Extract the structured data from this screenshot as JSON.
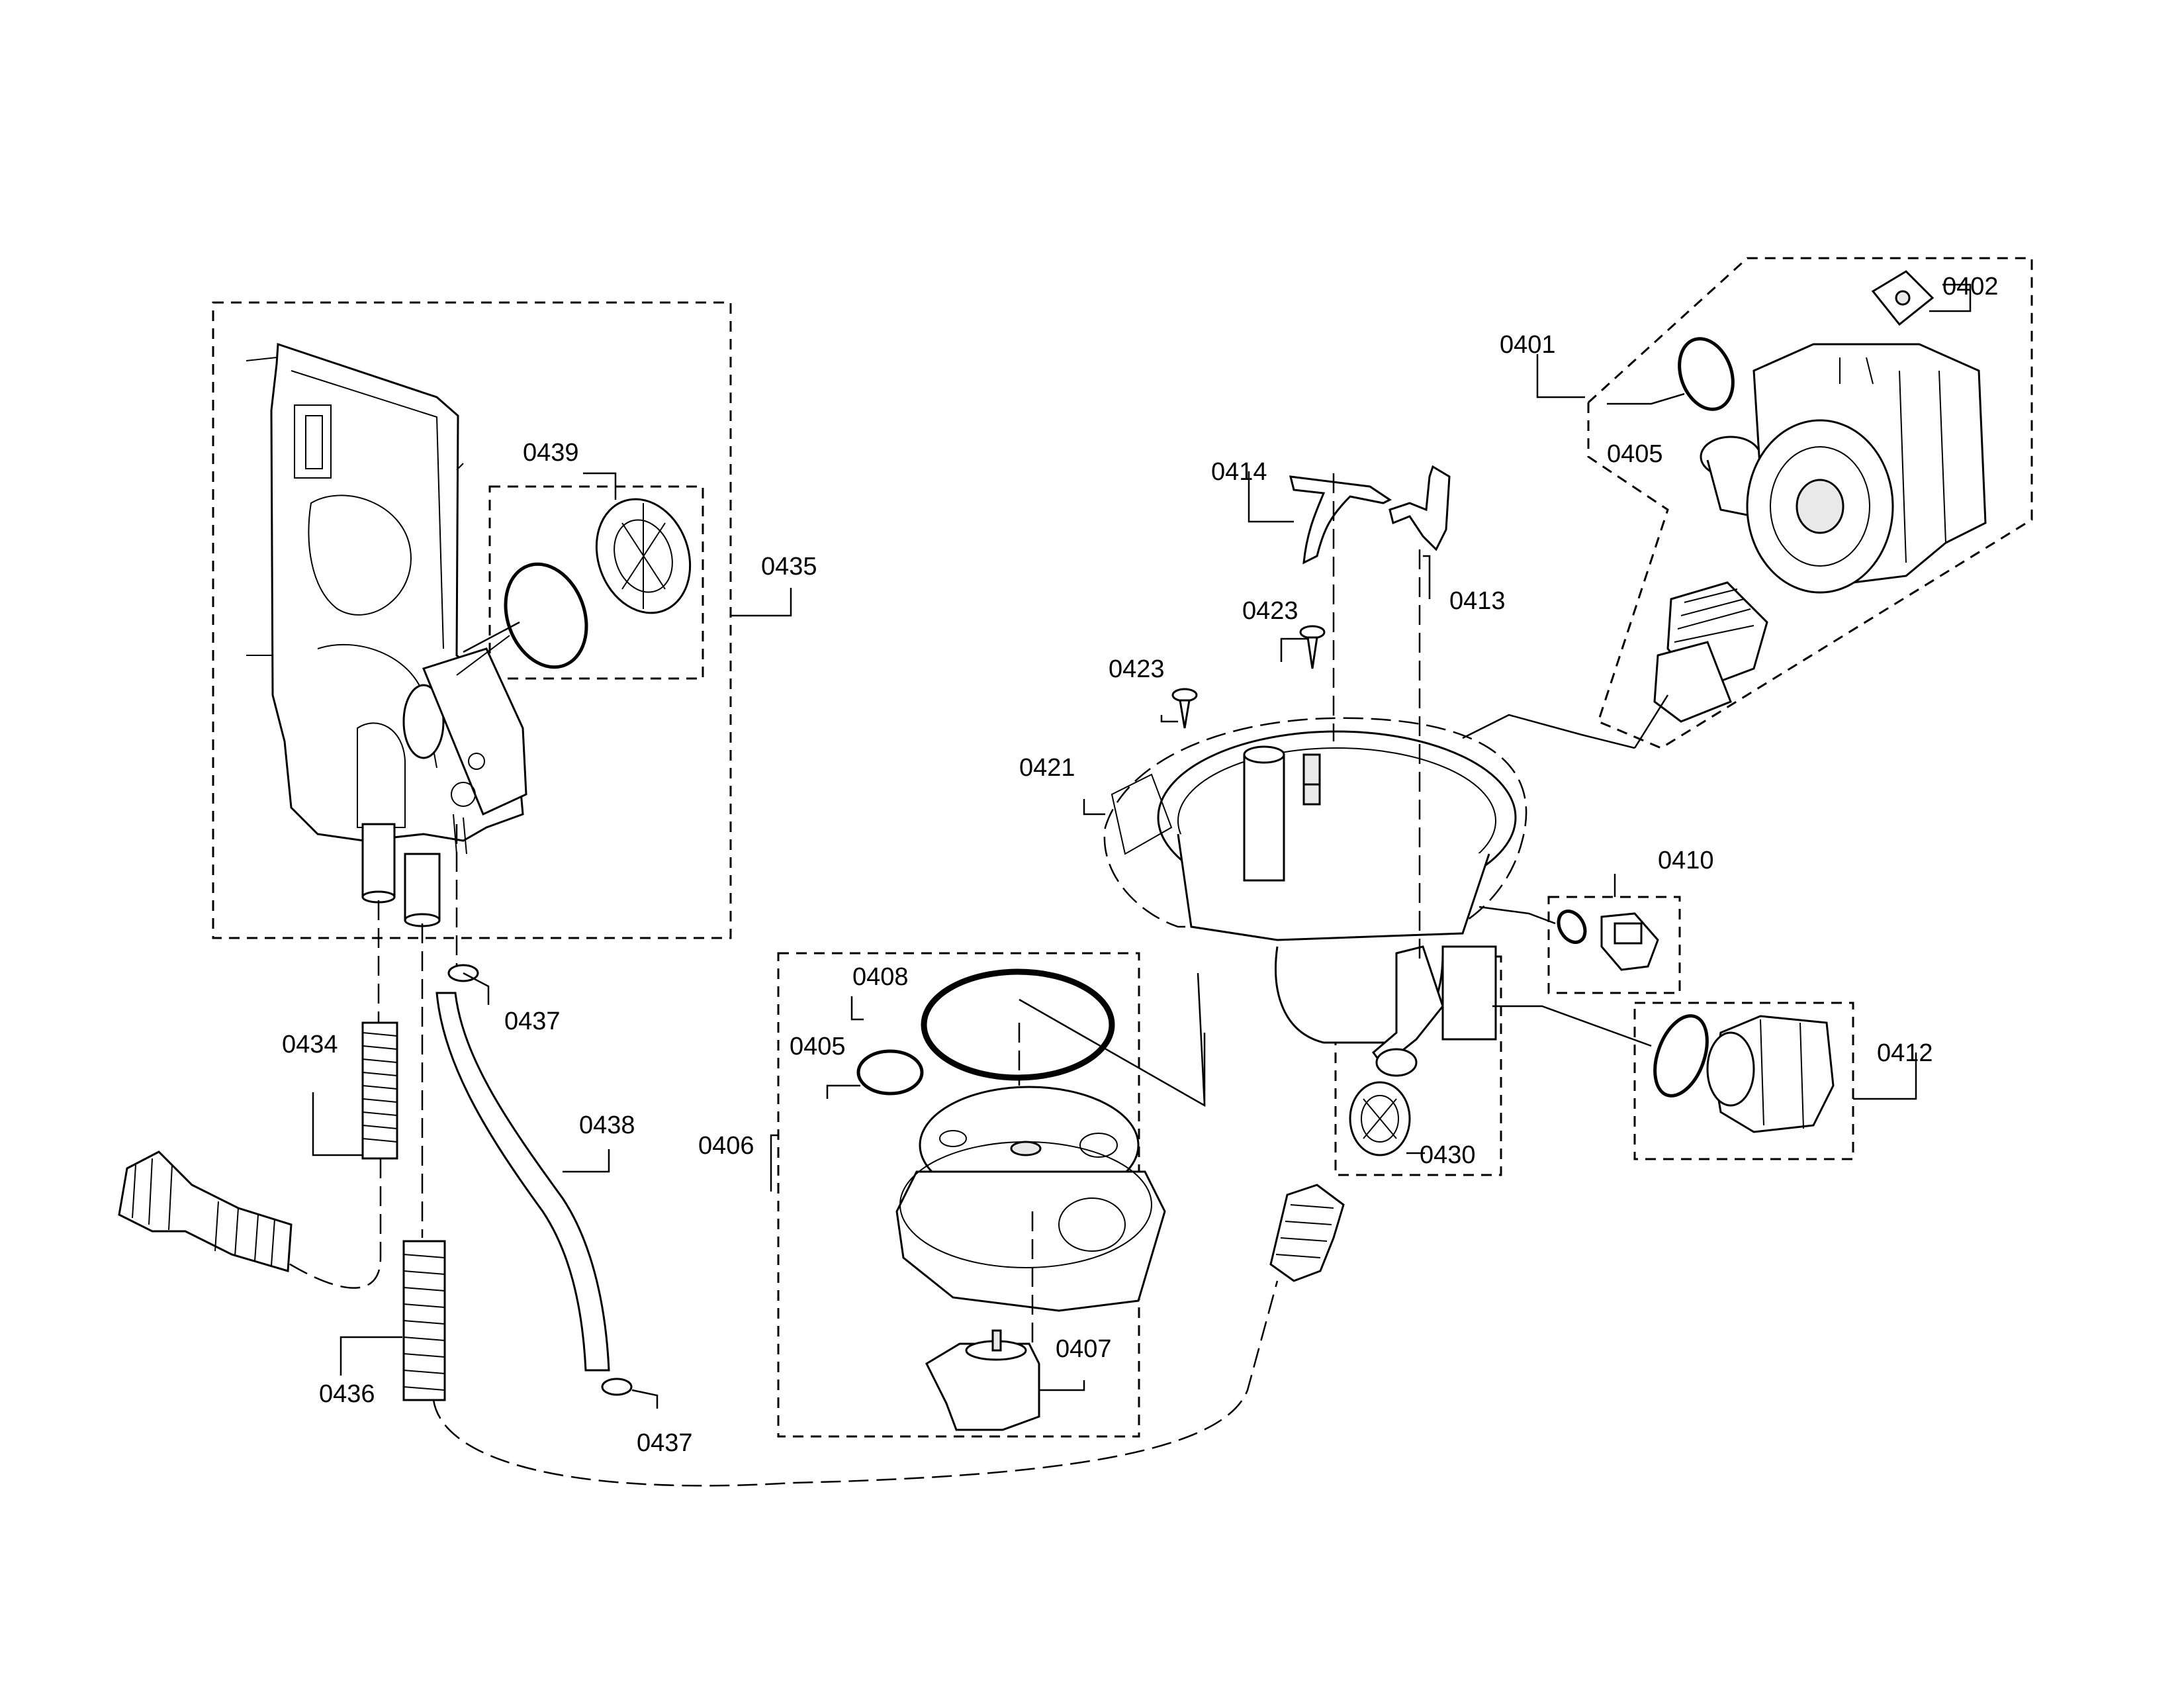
{
  "diagram": {
    "callouts": {
      "c0401": "0401",
      "c0402": "0402",
      "c0405a": "0405",
      "c0414": "0414",
      "c0413": "0413",
      "c0423a": "0423",
      "c0423b": "0423",
      "c0421": "0421",
      "c0410": "0410",
      "c0412": "0412",
      "c0430": "0430",
      "c0408": "0408",
      "c0405b": "0405",
      "c0406": "0406",
      "c0407": "0407",
      "c0439": "0439",
      "c0435": "0435",
      "c0437a": "0437",
      "c0437b": "0437",
      "c0434": "0434",
      "c0438": "0438",
      "c0436": "0436"
    },
    "line_color": "#000000",
    "background": "#ffffff"
  }
}
